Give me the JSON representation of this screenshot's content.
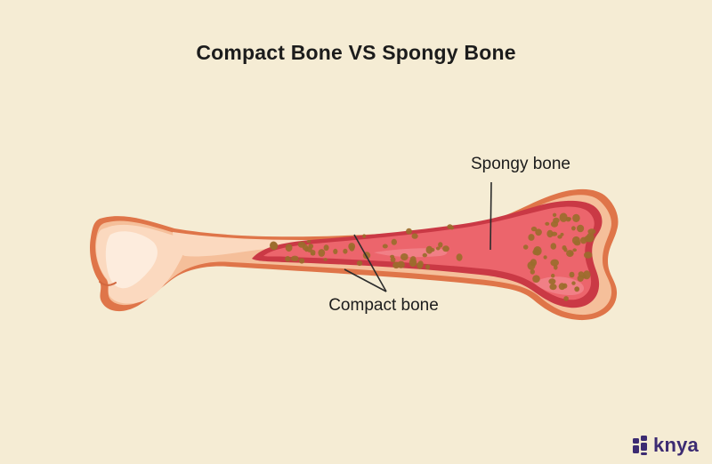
{
  "page": {
    "title": "Compact Bone VS Spongy Bone"
  },
  "diagram": {
    "labels": [
      {
        "id": "spongy",
        "text": "Spongy bone"
      },
      {
        "id": "compact",
        "text": "Compact bone"
      }
    ]
  },
  "branding": {
    "logo_text": "knya"
  },
  "colors": {
    "bg": "#f5ecd4",
    "ink": "#1c1c1c",
    "line": "#2c2c2c",
    "bone-outline": "#df7549",
    "bone-body": "#f5bf9a",
    "bone-light": "#fbd9bf",
    "bone-lightest": "#fdecdd",
    "marrow-dark": "#ca3945",
    "marrow": "#ec656c",
    "marrow-light": "#f2868d",
    "dot": "#9b6c2d",
    "logo": "#3c2b72"
  }
}
